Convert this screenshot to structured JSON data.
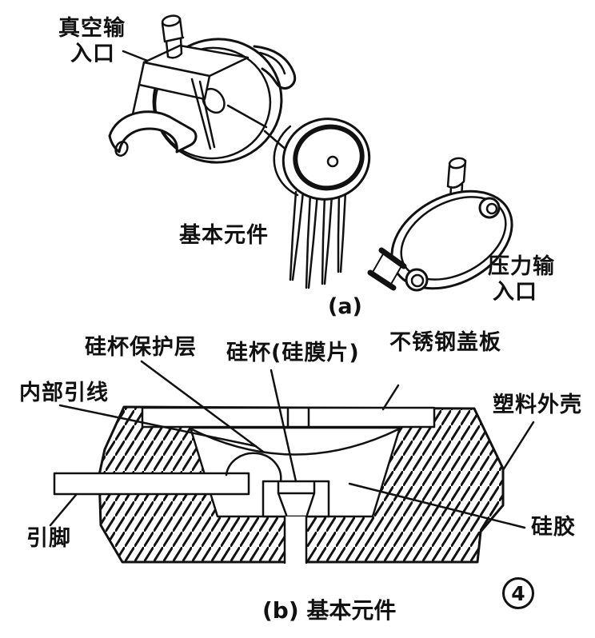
{
  "page": {
    "background": "#ffffff",
    "ink": "#111111"
  },
  "section_a": {
    "caption": "(a)",
    "labels": {
      "vacuum_inlet_line1": "真空输",
      "vacuum_inlet_line2": "入口",
      "basic_element": "基本元件",
      "pressure_inlet_line1": "压力输",
      "pressure_inlet_line2": "入口"
    }
  },
  "section_b": {
    "caption": "(b) 基本元件",
    "figure_number": "4",
    "labels": {
      "protective_layer": "硅杯保护层",
      "silicon_cup": "硅杯(硅膜片)",
      "steel_cover": "不锈钢盖板",
      "internal_lead": "内部引线",
      "plastic_case": "塑料外壳",
      "lead_pin": "引脚",
      "silicone": "硅胶"
    }
  }
}
